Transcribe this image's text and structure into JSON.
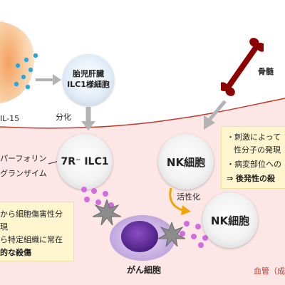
{
  "labels": {
    "il15": "IL-15",
    "fetal_liver_cell": [
      "胎児肝臓",
      "ILC1様細胞"
    ],
    "differentiation": "分化",
    "bone_marrow": "骨髄",
    "perforin": "パーフォリン",
    "granzyme": "グランザイム",
    "ilc1_cell": "7R⁻ ILC1",
    "nk_cell_top": "NK細胞",
    "activation": "活性化",
    "nk_cell_bottom": "NK細胞",
    "cancer_cell": "がん細胞",
    "blood_vessel": "血管（成"
  },
  "right_box": {
    "line1": "・刺激によって",
    "line2": "性分子の発現",
    "line3": "・病変部位への",
    "line4": "⇒ 後発性の殺"
  },
  "left_box": {
    "line1": "から細胞傷害性分",
    "line2": "現",
    "line3": "ら特定組織に常在",
    "line4": "的な殺傷"
  },
  "colors": {
    "vessel_bg": "#fde6e6",
    "vessel_line": "#c0392b",
    "cytokine_blue": "#29a8e0",
    "granule_pink": "#d36be0",
    "cancer_purple": "#6a2fa0",
    "arrow_gray": "#b3b3b3",
    "activation_arrow": "#f0a500",
    "bone_red": "#8b0000"
  }
}
